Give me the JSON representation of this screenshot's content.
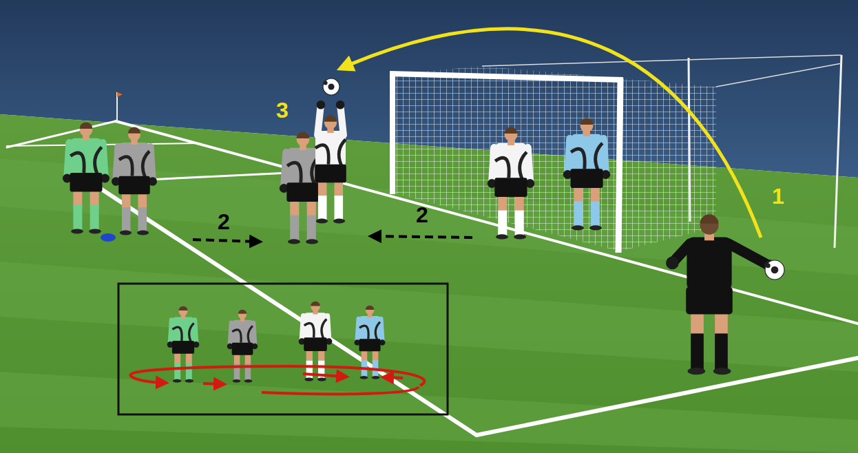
{
  "diagram": {
    "labels": [
      "3",
      "1",
      "2",
      "2"
    ]
  }
}
